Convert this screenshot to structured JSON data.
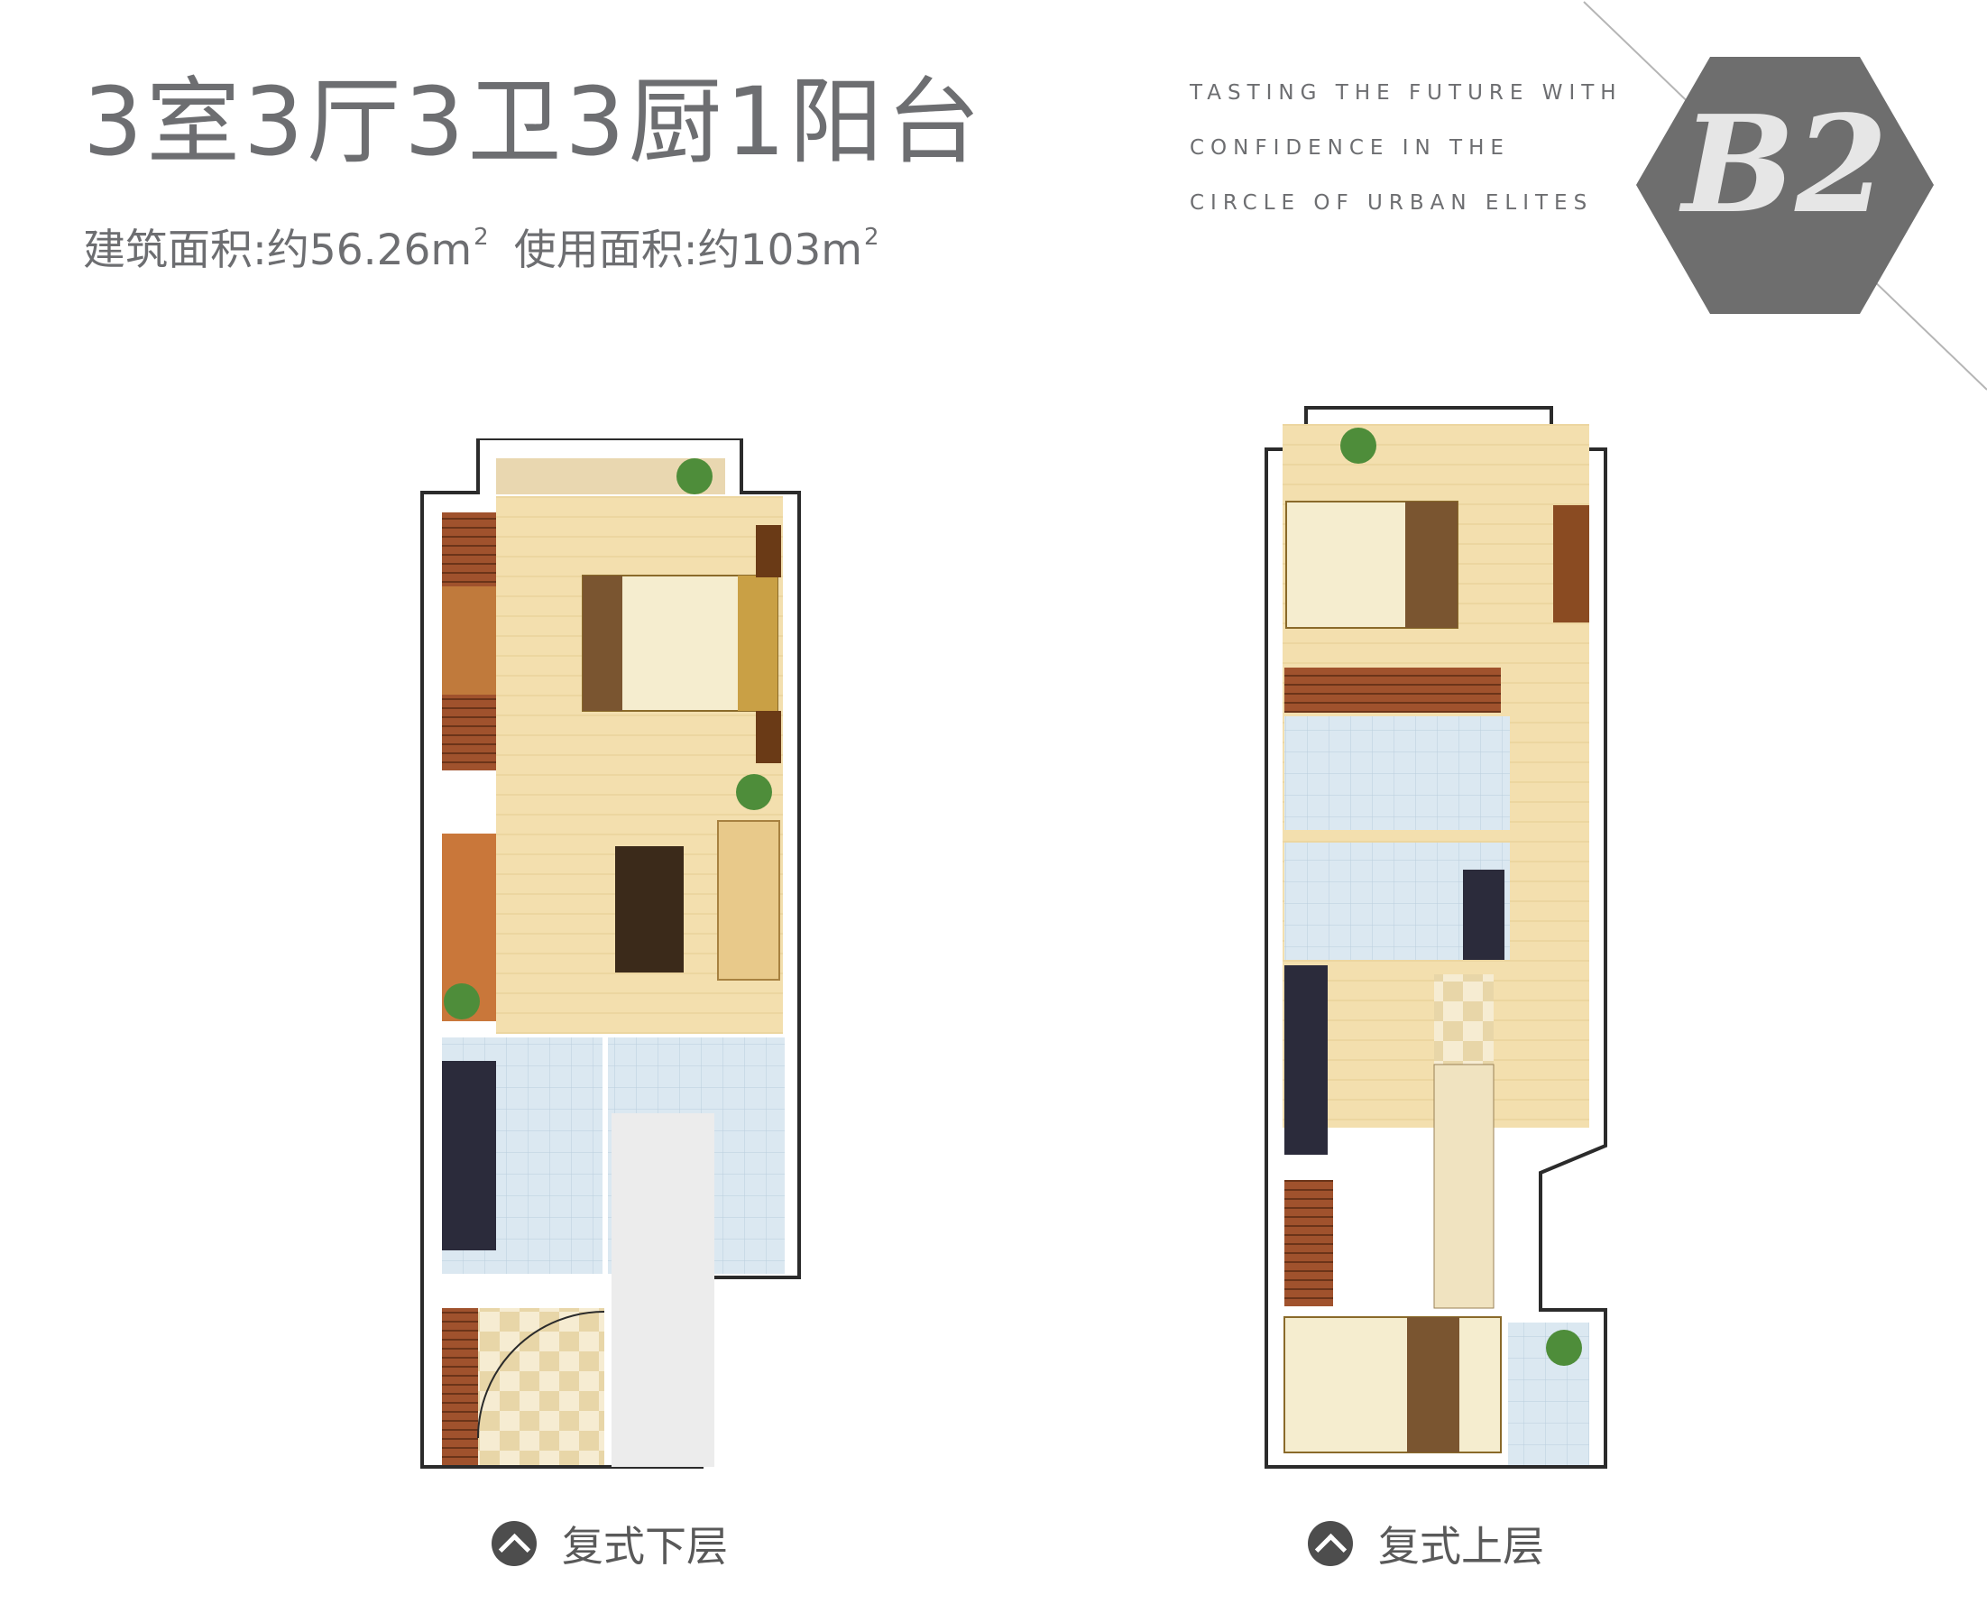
{
  "header": {
    "title": "3室3厅3卫3厨1阳台",
    "area_built": "建筑面积:约56.26m",
    "area_used": "使用面积:约103m",
    "sup": "2"
  },
  "slogan": {
    "lines": [
      "TASTING THE FUTURE WITH",
      "CONFIDENCE IN THE",
      "CIRCLE OF URBAN ELITES"
    ]
  },
  "badge": {
    "label": "B2"
  },
  "colors": {
    "text_gray": "#6d6e71",
    "hex_fill": "#6e6e6e",
    "floor_wood": "#f3dfae",
    "tile": "#dbe8f1",
    "wall": "#2b2b2b"
  },
  "floors": {
    "lower": {
      "label": "复式下层"
    },
    "upper": {
      "label": "复式上层"
    }
  }
}
